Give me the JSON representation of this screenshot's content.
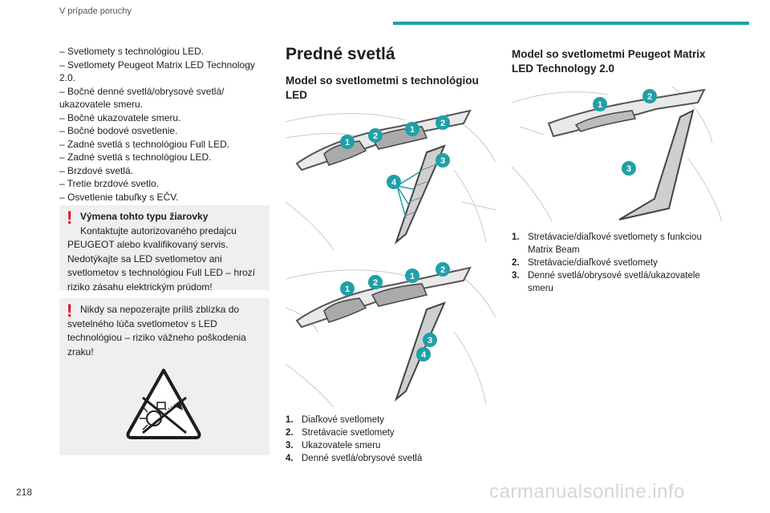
{
  "header": {
    "title": "V prípade poruchy",
    "accent": "#1fa0a8"
  },
  "col1": {
    "items": [
      "–  Svetlomety s technológiou LED.",
      "–  Svetlomety Peugeot Matrix LED Technology",
      "2.0.",
      "–  Bočné denné svetlá/obrysové svetlá/",
      "ukazovatele smeru.",
      "–  Bočné ukazovatele smeru.",
      "–  Bočné bodové osvetlenie.",
      "–  Zadné svetlá s technológiou Full LED.",
      "–  Zadné svetlá s technológiou LED.",
      "–  Brzdové svetlá.",
      "–  Tretie brzdové svetlo.",
      "–  Osvetlenie tabuľky s EČV."
    ],
    "warning1": {
      "title": "Výmena tohto typu žiarovky",
      "text": "Kontaktujte autorizovaného predajcu PEUGEOT alebo kvalifikovaný servis. Nedotýkajte sa LED svetlometov ani svetlometov s technológiou Full LED – hrozí riziko zásahu elektrickým prúdom!"
    },
    "warning2": {
      "text": "Nikdy sa nepozerajte príliš zblízka do svetelného lúča svetlometov s LED technológiou – riziko vážneho poškodenia zraku!"
    },
    "warning_color": "#e2001a",
    "excl": "!"
  },
  "col2": {
    "heading": "Predné svetlá",
    "subheading": "Model so svetlometmi s technológiou LED",
    "legend": [
      {
        "num": "1.",
        "text": "Diaľkové svetlomety"
      },
      {
        "num": "2.",
        "text": "Stretávacie svetlomety"
      },
      {
        "num": "3.",
        "text": "Ukazovatele smeru"
      },
      {
        "num": "4.",
        "text": "Denné svetlá/obrysové svetlá"
      }
    ]
  },
  "col3": {
    "subheading": "Model so svetlometmi Peugeot Matrix LED Technology 2.0",
    "legend": [
      {
        "num": "1.",
        "text": "Stretávacie/diaľkové svetlomety s funkciou Matrix Beam"
      },
      {
        "num": "2.",
        "text": "Stretávacie/diaľkové svetlomety"
      },
      {
        "num": "3.",
        "text": "Denné svetlá/obrysové svetlá/ukazovatele smeru"
      }
    ]
  },
  "callout_labels": {
    "one": "1",
    "two": "2",
    "three": "3",
    "four": "4"
  },
  "callout_color": "#1fa0a8",
  "page_number": "218",
  "watermark": "carmanualsonline.info"
}
